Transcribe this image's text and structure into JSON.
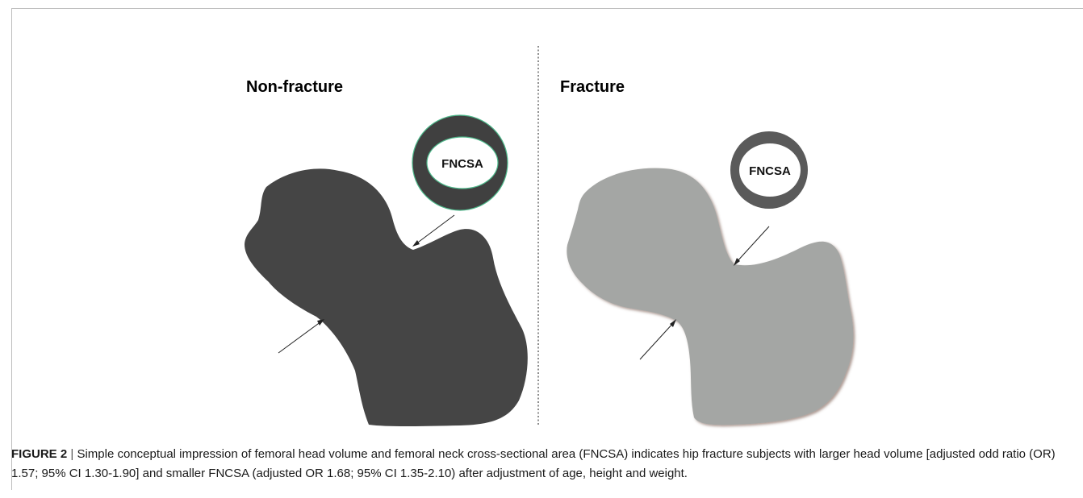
{
  "panels": {
    "left": {
      "title": "Non-fracture",
      "circle_label": "FNCSA",
      "fill_color": "#454545"
    },
    "right": {
      "title": "Fracture",
      "circle_label": "FNCSA",
      "fill_color": "#a4a6a4"
    }
  },
  "caption": {
    "figure_number": "FIGURE 2",
    "separator": "|",
    "text": "Simple conceptual impression of femoral head volume and femoral neck cross-sectional area (FNCSA) indicates hip fracture subjects with larger head volume [adjusted odd ratio (OR) 1.57; 95% CI 1.30-1.90] and smaller FNCSA (adjusted OR 1.68; 95% CI 1.35-2.10) after adjustment of age, height and weight."
  }
}
